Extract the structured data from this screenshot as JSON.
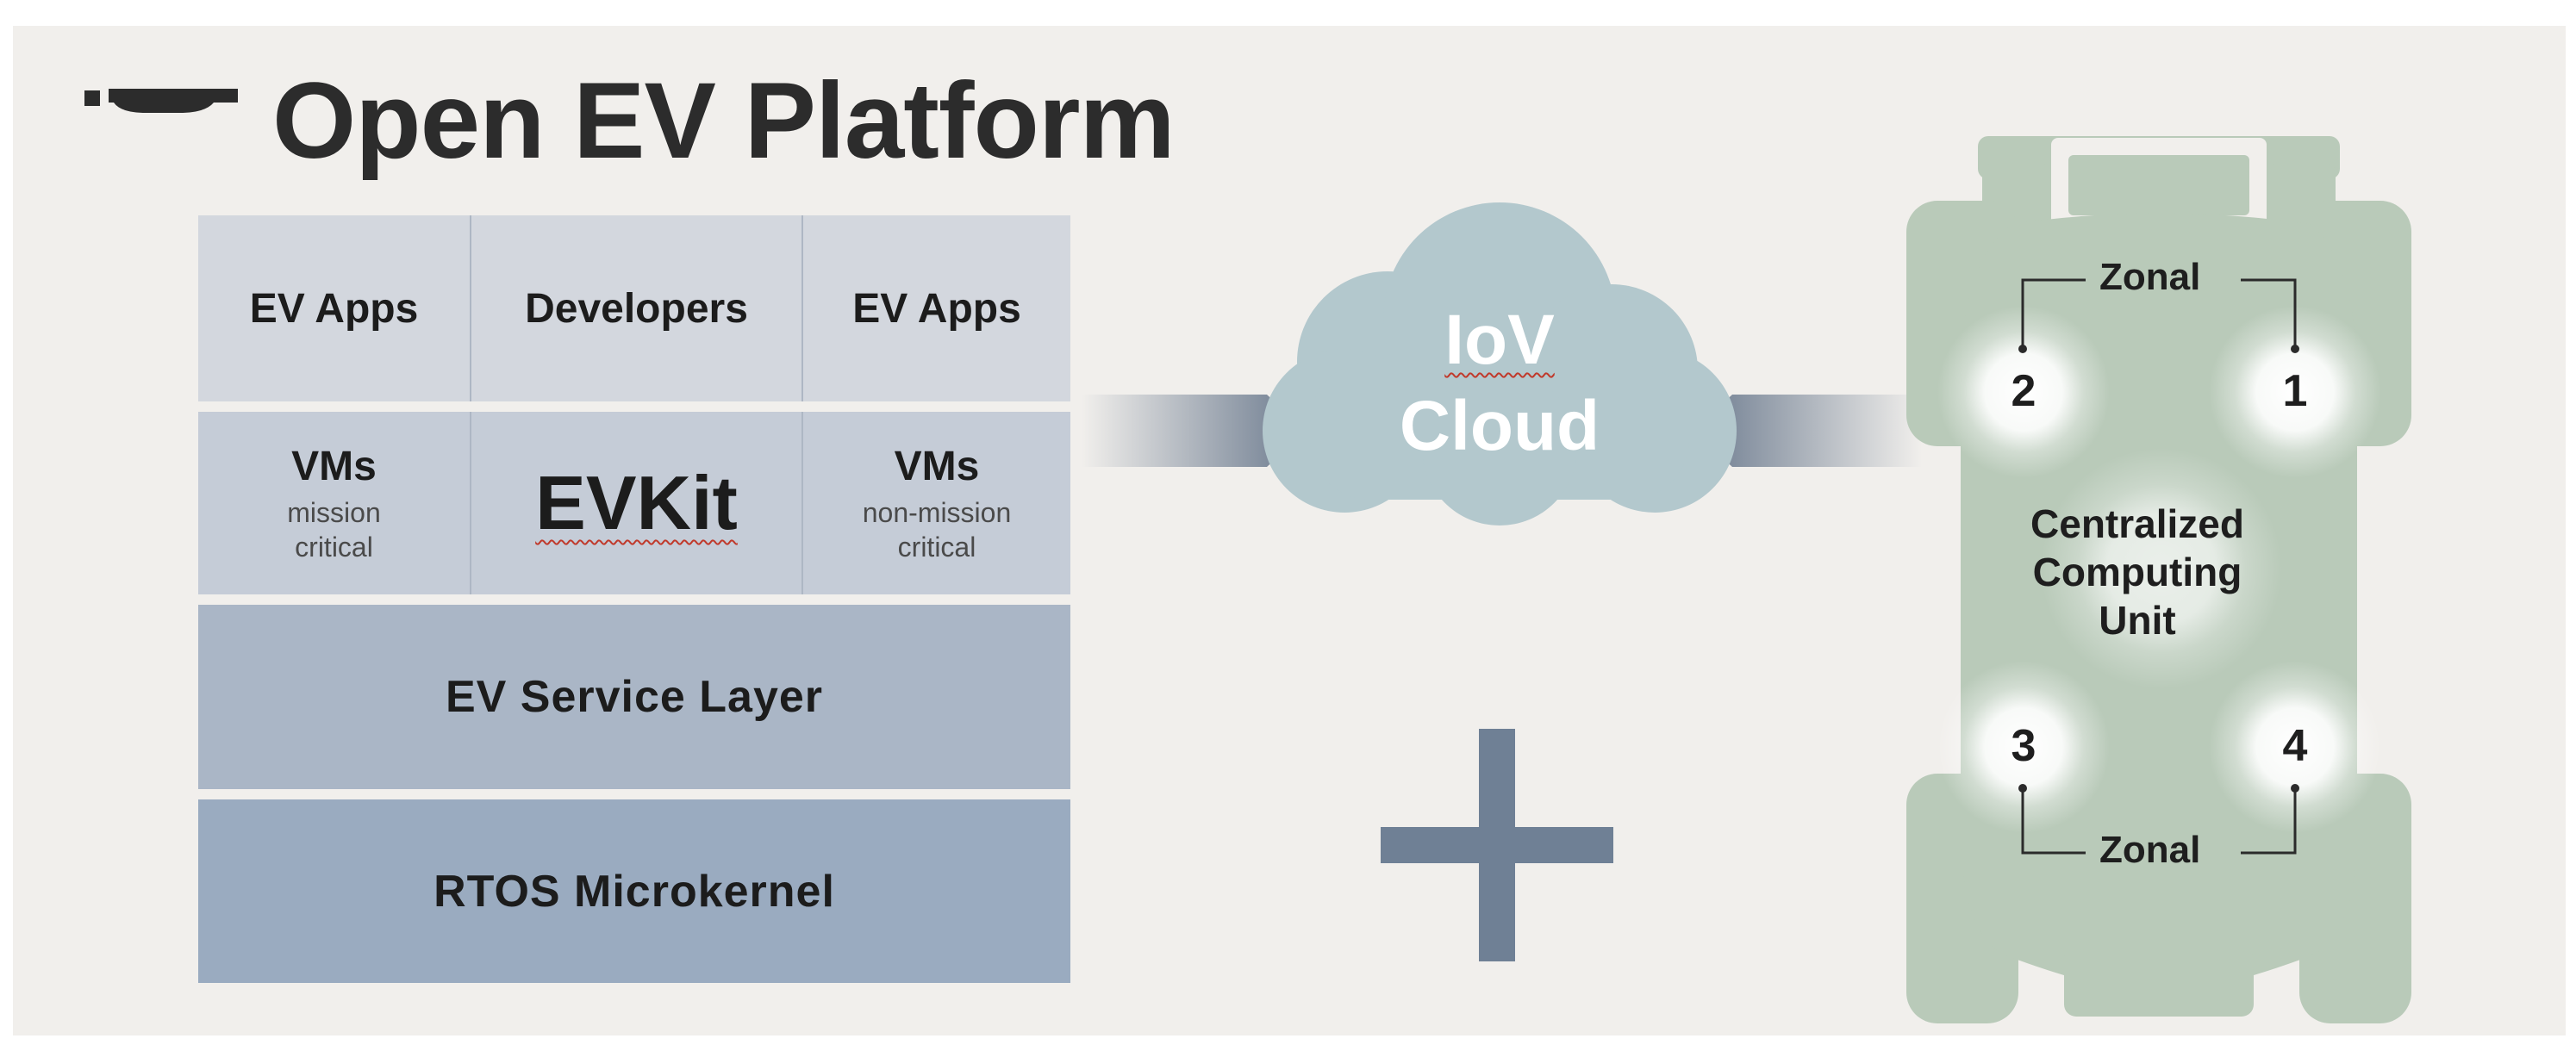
{
  "title": "Open EV Platform",
  "stack": {
    "row1": [
      "EV Apps",
      "Developers",
      "EV Apps"
    ],
    "row2": {
      "left": {
        "label": "VMs",
        "sub1": "mission",
        "sub2": "critical"
      },
      "center": "EVKit",
      "right": {
        "label": "VMs",
        "sub1": "non-mission",
        "sub2": "critical"
      }
    },
    "service_layer": "EV Service Layer",
    "kernel": "RTOS Microkernel"
  },
  "cloud": {
    "line1": "IoV",
    "line2": "Cloud"
  },
  "vehicle": {
    "zonal_top": "Zonal",
    "zonal_bottom": "Zonal",
    "numbers": [
      "1",
      "2",
      "3",
      "4"
    ],
    "ccu": [
      "Centralized",
      "Computing",
      "Unit"
    ]
  },
  "colors": {
    "panel": "#f1efec",
    "title": "#2c2c2c",
    "cloud": "#b3c8cd",
    "connector": "#6b7a8e",
    "vehicle": "#b9cab9",
    "plus": "#6f8095"
  }
}
